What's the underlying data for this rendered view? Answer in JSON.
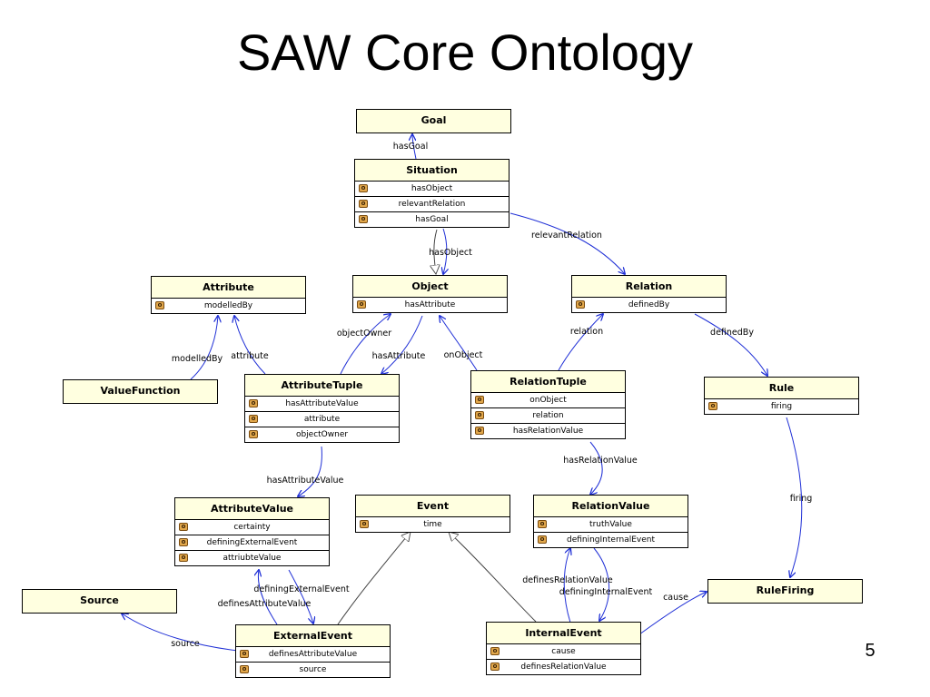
{
  "title": "SAW Core Ontology",
  "page_number": "5",
  "badge_glyph": "o",
  "classes": {
    "goal": {
      "name": "Goal",
      "properties": []
    },
    "situation": {
      "name": "Situation",
      "properties": [
        "hasObject",
        "relevantRelation",
        "hasGoal"
      ]
    },
    "attribute": {
      "name": "Attribute",
      "properties": [
        "modelledBy"
      ]
    },
    "object": {
      "name": "Object",
      "properties": [
        "hasAttribute"
      ]
    },
    "relation": {
      "name": "Relation",
      "properties": [
        "definedBy"
      ]
    },
    "value_function": {
      "name": "ValueFunction",
      "properties": []
    },
    "attribute_tuple": {
      "name": "AttributeTuple",
      "properties": [
        "hasAttributeValue",
        "attribute",
        "objectOwner"
      ]
    },
    "relation_tuple": {
      "name": "RelationTuple",
      "properties": [
        "onObject",
        "relation",
        "hasRelationValue"
      ]
    },
    "rule": {
      "name": "Rule",
      "properties": [
        "firing"
      ]
    },
    "attribute_value": {
      "name": "AttributeValue",
      "properties": [
        "certainty",
        "definingExternalEvent",
        "attriubteValue"
      ]
    },
    "event": {
      "name": "Event",
      "properties": [
        "time"
      ]
    },
    "relation_value": {
      "name": "RelationValue",
      "properties": [
        "truthValue",
        "definingInternalEvent"
      ]
    },
    "source": {
      "name": "Source",
      "properties": []
    },
    "rule_firing": {
      "name": "RuleFiring",
      "properties": []
    },
    "external_event": {
      "name": "ExternalEvent",
      "properties": [
        "definesAttributeValue",
        "source"
      ]
    },
    "internal_event": {
      "name": "InternalEvent",
      "properties": [
        "cause",
        "definesRelationValue"
      ]
    }
  },
  "edge_labels": {
    "has_goal": "hasGoal",
    "has_object": "hasObject",
    "relevant_relation": "relevantRelation",
    "object_owner": "objectOwner",
    "has_attribute": "hasAttribute",
    "on_object": "onObject",
    "relation": "relation",
    "defined_by": "definedBy",
    "modelled_by": "modelledBy",
    "attribute": "attribute",
    "has_attribute_value": "hasAttributeValue",
    "has_relation_value": "hasRelationValue",
    "firing": "firing",
    "defines_relation_value": "definesRelationValue",
    "defining_internal_event": "definingInternalEvent",
    "cause": "cause",
    "defining_external_event": "definingExternalEvent",
    "defines_attribute_value": "definesAttributeValue",
    "source": "source"
  },
  "colors": {
    "class_header": "#ffffe0",
    "property_edge": "#1f2fd6",
    "subclass_edge": "#444444",
    "badge": "#e2a84c"
  }
}
